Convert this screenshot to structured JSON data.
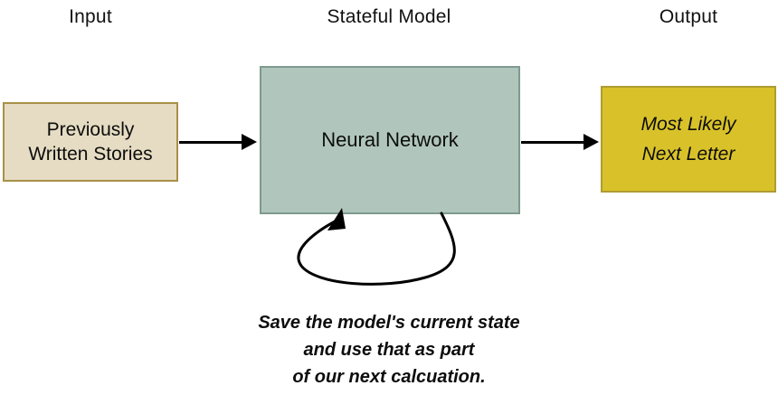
{
  "diagram": {
    "title_row": {
      "input_label": "Input",
      "model_label": "Stateful Model",
      "output_label": "Output"
    },
    "nodes": {
      "input": {
        "name": "previously-written-stories",
        "line1": "Previously",
        "line2": "Written Stories",
        "fill": "#E5DCC3",
        "border": "#A89048"
      },
      "model": {
        "name": "neural-network",
        "label": "Neural Network",
        "fill": "#B0C6BD",
        "border": "#7F9A90"
      },
      "output": {
        "name": "most-likely-next-letter",
        "line1": "Most Likely",
        "line2": "Next Letter",
        "fill": "#D9C229",
        "border": "#AF9C33"
      }
    },
    "edges": {
      "input_to_model": "arrow-right",
      "model_to_output": "arrow-right",
      "model_self_loop": "curved-feedback-arrow"
    },
    "caption": {
      "line1": "Save the model's current state",
      "line2": "and use that as part",
      "line3": "of our next calcuation."
    },
    "colors": {
      "stroke": "#000000",
      "background": "#FFFFFF"
    }
  }
}
